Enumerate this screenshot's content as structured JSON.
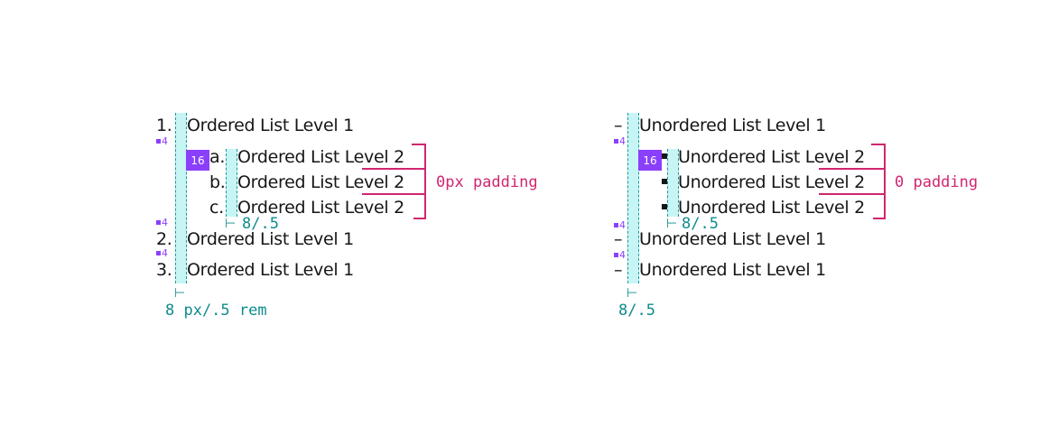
{
  "ordered": {
    "level1": [
      {
        "marker": "1.",
        "label": "Ordered List Level 1"
      },
      {
        "marker": "2.",
        "label": "Ordered List Level 1"
      },
      {
        "marker": "3.",
        "label": "Ordered List Level 1"
      }
    ],
    "level2": [
      {
        "marker": "a.",
        "label": "Ordered List Level 2"
      },
      {
        "marker": "b.",
        "label": "Ordered List Level 2"
      },
      {
        "marker": "c.",
        "label": "Ordered List Level 2"
      }
    ],
    "indent_badge": "16",
    "spacing_badge": "4",
    "inner_gap_label": "8/.5",
    "outer_gap_label": "8 px/.5 rem",
    "padding_label": "0px padding"
  },
  "unordered": {
    "level1": [
      {
        "marker": "–",
        "label": "Unordered List Level 1"
      },
      {
        "marker": "–",
        "label": "Unordered List Level 1"
      },
      {
        "marker": "–",
        "label": "Unordered List Level 1"
      }
    ],
    "level2": [
      {
        "marker": "■",
        "label": "Unordered List Level 2"
      },
      {
        "marker": "■",
        "label": "Unordered List Level 2"
      },
      {
        "marker": "■",
        "label": "Unordered List Level 2"
      }
    ],
    "indent_badge": "16",
    "spacing_badge": "4",
    "inner_gap_label": "8/.5",
    "outer_gap_label": "8/.5",
    "padding_label": "0 padding"
  },
  "colors": {
    "guide_fill": "#c7f5f5",
    "guide_border": "#1a9a9a",
    "spacing_accent": "#8a3ffc",
    "padding_accent": "#d02670",
    "measure_text": "#0f8b8d",
    "text": "#161616"
  }
}
